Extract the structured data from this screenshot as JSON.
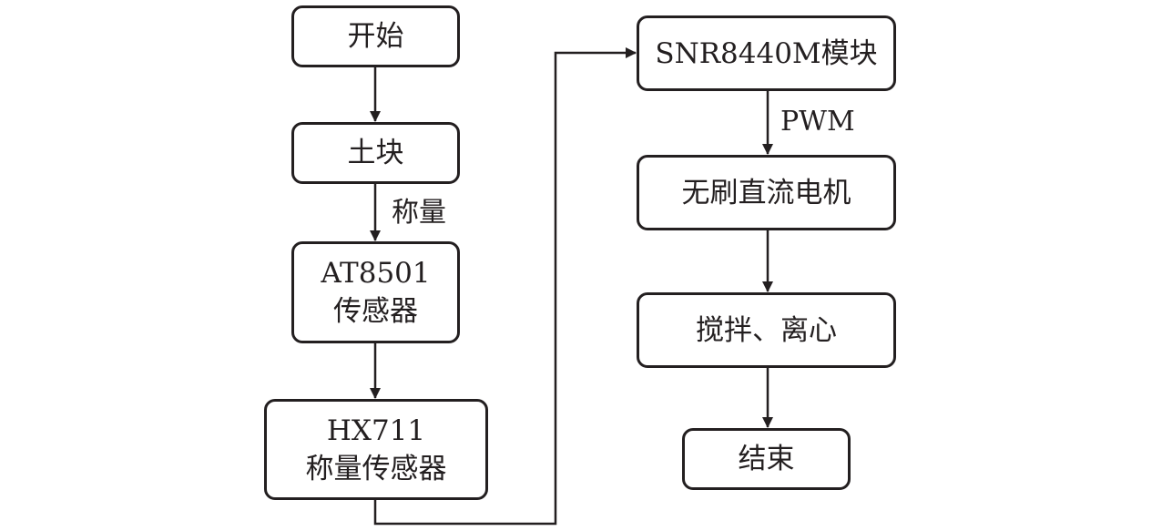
{
  "nodes": {
    "start": {
      "text": "开始"
    },
    "soil": {
      "text": "土块"
    },
    "at8501": {
      "line1": "AT8501",
      "line2": "传感器"
    },
    "hx711": {
      "line1": "HX711",
      "line2": "称量传感器"
    },
    "snr": {
      "text": "SNR8440M模块"
    },
    "motor": {
      "text": "无刷直流电机"
    },
    "stir": {
      "text": "搅拌、离心"
    },
    "end": {
      "text": "结束"
    }
  },
  "edge_labels": {
    "weigh": "称量",
    "pwm": "PWM"
  },
  "colors": {
    "stroke": "#231f20",
    "background": "#ffffff"
  }
}
